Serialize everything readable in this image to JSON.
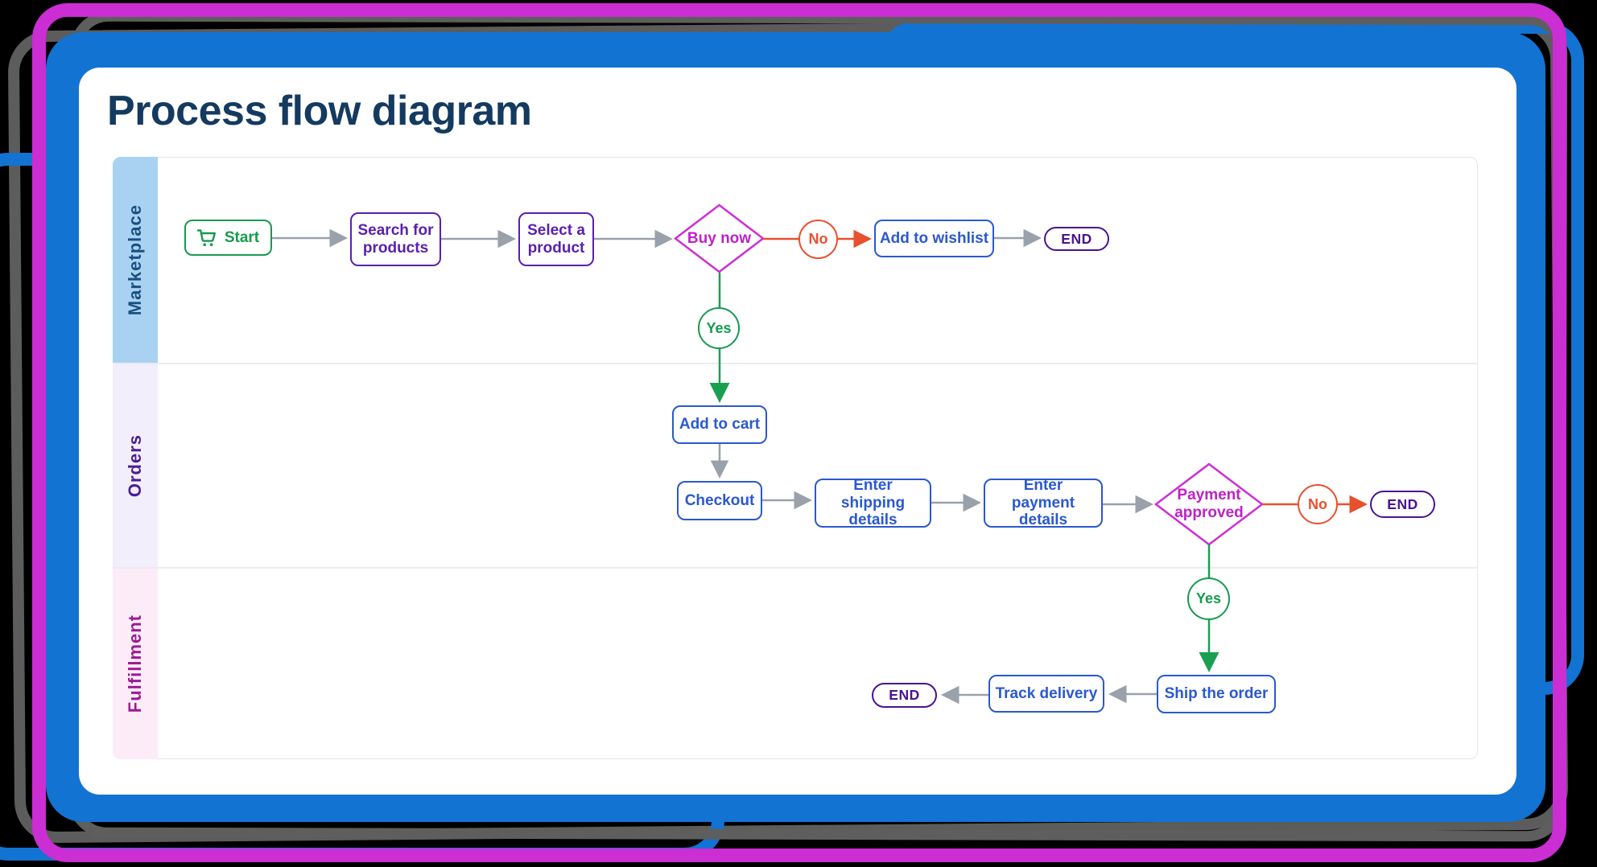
{
  "title": "Process flow diagram",
  "lanes": [
    {
      "label": "Marketplace",
      "bg": "#a9d2f2",
      "text_color": "#1a5080"
    },
    {
      "label": "Orders",
      "bg": "#f3eefb",
      "text_color": "#4b1d95"
    },
    {
      "label": "Fulfillment",
      "bg": "#fcecf8",
      "text_color": "#9c1a92"
    }
  ],
  "nodes": {
    "start": {
      "label": "Start",
      "type": "start",
      "icon": "shopping-cart-icon"
    },
    "search": {
      "label": "Search for products",
      "type": "process"
    },
    "select": {
      "label": "Select a product",
      "type": "process"
    },
    "buy_now": {
      "label": "Buy now",
      "type": "decision"
    },
    "no1": {
      "label": "No",
      "type": "connector-label"
    },
    "wishlist": {
      "label": "Add to wishlist",
      "type": "process"
    },
    "end1": {
      "label": "END",
      "type": "terminator"
    },
    "yes1": {
      "label": "Yes",
      "type": "connector-label"
    },
    "add_to_cart": {
      "label": "Add to cart",
      "type": "process"
    },
    "checkout": {
      "label": "Checkout",
      "type": "process"
    },
    "shipping": {
      "label": "Enter shipping details",
      "type": "process"
    },
    "payment": {
      "label": "Enter payment details",
      "type": "process"
    },
    "payment_approved": {
      "label": "Payment approved",
      "type": "decision"
    },
    "no2": {
      "label": "No",
      "type": "connector-label"
    },
    "end2": {
      "label": "END",
      "type": "terminator"
    },
    "yes2": {
      "label": "Yes",
      "type": "connector-label"
    },
    "ship": {
      "label": "Ship the order",
      "type": "process"
    },
    "track": {
      "label": "Track delivery",
      "type": "process"
    },
    "end3": {
      "label": "END",
      "type": "terminator"
    }
  },
  "colors": {
    "frame_magenta": "#cb2ed3",
    "frame_blue": "#1273d3",
    "frame_shadow_gray": "#5c5c5c",
    "title_navy": "#143a5f",
    "process_blue": "#2a58d0",
    "process_purple": "#5a1fae",
    "terminator_purple": "#4a1292",
    "start_green": "#179a4e",
    "decision_magenta": "#cd2fd4",
    "no_red": "#e8502e",
    "arrow_gray": "#9aa1ab"
  }
}
